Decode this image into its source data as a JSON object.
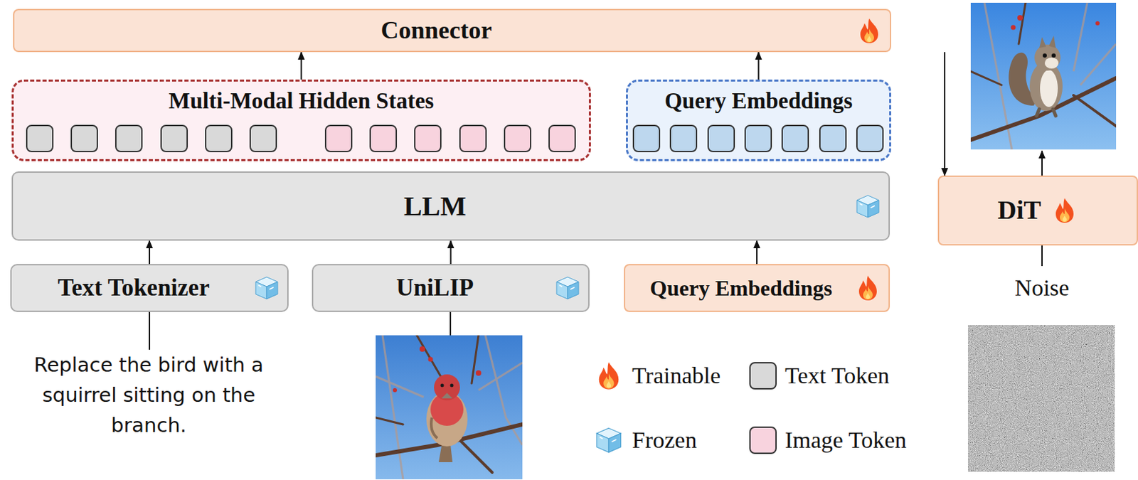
{
  "diagram": {
    "nodes": [
      {
        "text": [
          "Connector"
        ]
      },
      {
        "text": [
          "Multi-Modal Hidden States"
        ]
      },
      {
        "text": [
          "Query Embeddings"
        ]
      },
      {
        "text": [
          "LLM"
        ]
      },
      {
        "text": [
          "Text Tokenizer"
        ]
      },
      {
        "text": [
          "UniLIP"
        ]
      },
      {
        "text": [
          "Query Embeddings"
        ]
      },
      {
        "text": [
          "DiT"
        ]
      }
    ],
    "edges": [
      {
        "from": 1,
        "to": 0,
        "arrow": "to"
      },
      {
        "from": 2,
        "to": 0,
        "arrow": "to"
      },
      {
        "from": 4,
        "to": 3,
        "arrow": "to"
      },
      {
        "from": 5,
        "to": 3,
        "arrow": "to"
      },
      {
        "from": 6,
        "to": 3,
        "arrow": "to"
      },
      {
        "from": 0,
        "to": 7,
        "arrow": "to"
      }
    ],
    "labels": [
      "Replace the bird with a squirrel sitting on the branch.",
      "Noise"
    ],
    "legend": [
      {
        "text": "Trainable"
      },
      {
        "text": "Text Token",
        "color": "#d9d9d9"
      },
      {
        "text": "Frozen"
      },
      {
        "text": "Image Token",
        "color": "#f8d3de"
      }
    ]
  }
}
